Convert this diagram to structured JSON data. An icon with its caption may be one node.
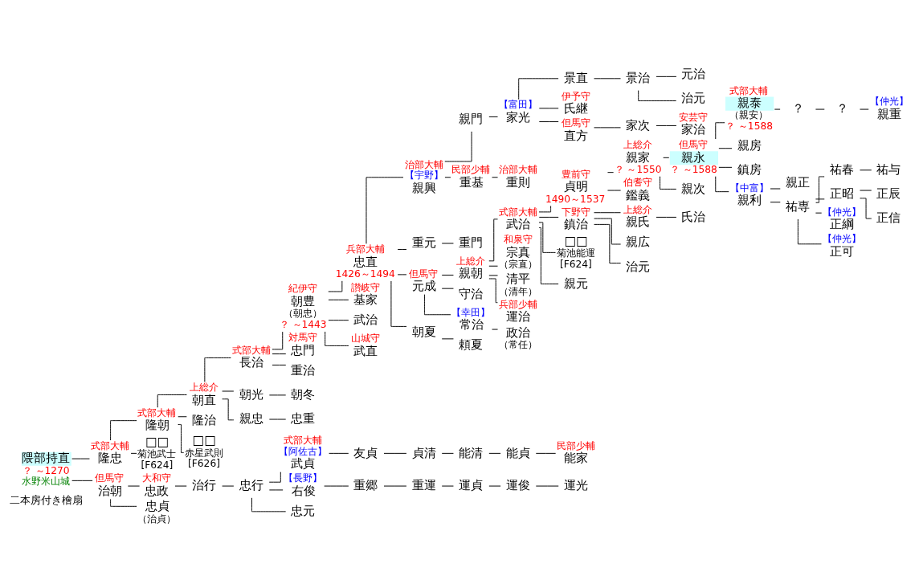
{
  "diagram": {
    "nodes": [
      {
        "text": [
          "隈部持直"
        ],
        "beside": [
          "？ ～1270",
          "水野米山城"
        ]
      },
      {
        "text": [
          "隆忠"
        ],
        "beside": [
          "式部大輔"
        ]
      },
      {
        "text": [
          "隆朝"
        ],
        "beside": [
          "式部大輔"
        ]
      },
      {
        "text": [
          "朝直"
        ],
        "beside": [
          "上総介"
        ]
      },
      {
        "text": [
          "長治"
        ],
        "beside": [
          "式部大輔"
        ]
      },
      {
        "text": [
          "朝豊",
          "（朝忠）"
        ],
        "beside": [
          "紀伊守",
          "？ ～1443"
        ]
      },
      {
        "text": [
          "忠直"
        ],
        "beside": [
          "兵部大輔",
          "1426～1494"
        ]
      },
      {
        "text": [
          "親興"
        ],
        "beside": [
          "治部大輔",
          "【宇野】"
        ]
      },
      {
        "text": [
          "親門"
        ]
      },
      {
        "text": [
          "家光"
        ],
        "beside": [
          "【富田】"
        ]
      },
      {
        "text": [
          "景直"
        ]
      },
      {
        "text": [
          "景治"
        ]
      },
      {
        "text": [
          "元治"
        ]
      },
      {
        "text": [
          "治元"
        ]
      },
      {
        "text": [
          "氏継"
        ],
        "beside": [
          "伊予守"
        ]
      },
      {
        "text": [
          "直方"
        ],
        "beside": [
          "但馬守"
        ]
      },
      {
        "text": [
          "家次"
        ]
      },
      {
        "text": [
          "家治"
        ],
        "beside": [
          "安芸守"
        ]
      },
      {
        "text": [
          "重基"
        ],
        "beside": [
          "民部少輔"
        ]
      },
      {
        "text": [
          "重則"
        ],
        "beside": [
          "治部大輔"
        ]
      },
      {
        "text": [
          "重元"
        ]
      },
      {
        "text": [
          "重門"
        ]
      },
      {
        "text": [
          "元成"
        ],
        "beside": [
          "但馬守"
        ]
      },
      {
        "text": [
          "親朝"
        ],
        "beside": [
          "上総介"
        ]
      },
      {
        "text": [
          "武治"
        ],
        "beside": [
          "式部大輔"
        ]
      },
      {
        "text": [
          "貞明"
        ],
        "beside": [
          "豊前守",
          "1490～1537"
        ]
      },
      {
        "text": [
          "親家"
        ],
        "beside": [
          "上総介",
          "？ ～1550"
        ]
      },
      {
        "text": [
          "親永"
        ],
        "beside": [
          "但馬守",
          "？ ～1588"
        ]
      },
      {
        "text": [
          "親泰",
          "（親安）"
        ],
        "beside": [
          "式部大輔",
          "？ ～1588"
        ]
      },
      {
        "text": [
          "？"
        ]
      },
      {
        "text": [
          "？"
        ]
      },
      {
        "text": [
          "親重"
        ],
        "beside": [
          "【仲光】"
        ]
      },
      {
        "text": [
          "親房"
        ]
      },
      {
        "text": [
          "鎮房"
        ]
      },
      {
        "text": [
          "親利"
        ],
        "beside": [
          "【中富】"
        ]
      },
      {
        "text": [
          "親正"
        ]
      },
      {
        "text": [
          "祐専"
        ]
      },
      {
        "text": [
          "祐春"
        ]
      },
      {
        "text": [
          "祐与"
        ]
      },
      {
        "text": [
          "正昭"
        ]
      },
      {
        "text": [
          "正辰"
        ]
      },
      {
        "text": [
          "正信"
        ]
      },
      {
        "text": [
          "正綱"
        ],
        "beside": [
          "【仲光】"
        ]
      },
      {
        "text": [
          "正可"
        ],
        "beside": [
          "【仲光】"
        ]
      },
      {
        "text": [
          "親次"
        ]
      },
      {
        "text": [
          "鑑義"
        ],
        "beside": [
          "伯耆守"
        ]
      },
      {
        "text": [
          "鎮治"
        ],
        "beside": [
          "下野守"
        ]
      },
      {
        "text": [
          "親氏"
        ],
        "beside": [
          "上総介"
        ]
      },
      {
        "text": [
          "氏治"
        ]
      },
      {
        "text": [
          "親広"
        ]
      },
      {
        "text": [
          "治元"
        ]
      },
      {
        "text": [
          "□□",
          "菊池能運",
          "[F624]"
        ]
      },
      {
        "text": [
          "親元"
        ]
      },
      {
        "text": [
          "宗真",
          "（宗直）"
        ],
        "beside": [
          "和泉守"
        ]
      },
      {
        "text": [
          "清平",
          "（清年）"
        ]
      },
      {
        "text": [
          "運治"
        ],
        "beside": [
          "兵部少輔"
        ]
      },
      {
        "text": [
          "守治"
        ]
      },
      {
        "text": [
          "常治"
        ],
        "beside": [
          "【幸田】"
        ]
      },
      {
        "text": [
          "政治",
          "（常任）"
        ]
      },
      {
        "text": [
          "朝夏"
        ]
      },
      {
        "text": [
          "頼夏"
        ]
      },
      {
        "text": [
          "基家"
        ],
        "beside": [
          "讃岐守"
        ]
      },
      {
        "text": [
          "武治"
        ]
      },
      {
        "text": [
          "武直"
        ],
        "beside": [
          "山城守"
        ]
      },
      {
        "text": [
          "忠門"
        ],
        "beside": [
          "対馬守"
        ]
      },
      {
        "text": [
          "重治"
        ]
      },
      {
        "text": [
          "朝光"
        ]
      },
      {
        "text": [
          "朝冬"
        ]
      },
      {
        "text": [
          "親忠"
        ]
      },
      {
        "text": [
          "忠重"
        ]
      },
      {
        "text": [
          "隆治"
        ]
      },
      {
        "text": [
          "□□",
          "赤星武則",
          "[F626]"
        ]
      },
      {
        "text": [
          "□□",
          "菊池武士",
          "[F624]"
        ]
      },
      {
        "text": [
          "治朝"
        ],
        "beside": [
          "但馬守"
        ]
      },
      {
        "text": [
          "忠政"
        ],
        "beside": [
          "大和守"
        ]
      },
      {
        "text": [
          "治行"
        ]
      },
      {
        "text": [
          "忠行"
        ]
      },
      {
        "text": [
          "武貞"
        ],
        "beside": [
          "式部大輔",
          "【阿佐古】"
        ]
      },
      {
        "text": [
          "友貞"
        ]
      },
      {
        "text": [
          "貞清"
        ]
      },
      {
        "text": [
          "能清"
        ]
      },
      {
        "text": [
          "能貞"
        ]
      },
      {
        "text": [
          "能家"
        ],
        "beside": [
          "民部少輔"
        ]
      },
      {
        "text": [
          "右俊"
        ],
        "beside": [
          "【長野】"
        ]
      },
      {
        "text": [
          "重郷"
        ]
      },
      {
        "text": [
          "重運"
        ]
      },
      {
        "text": [
          "運貞"
        ]
      },
      {
        "text": [
          "運俊"
        ]
      },
      {
        "text": [
          "運光"
        ]
      },
      {
        "text": [
          "忠元"
        ]
      },
      {
        "text": [
          "忠貞",
          "（治貞）"
        ]
      }
    ],
    "edges": [
      {
        "from": 0,
        "to": 1,
        "arrow": "none"
      },
      {
        "from": 1,
        "to": 2,
        "arrow": "none"
      },
      {
        "from": 2,
        "to": 3,
        "arrow": "none"
      },
      {
        "from": 3,
        "to": 4,
        "arrow": "none"
      },
      {
        "from": 4,
        "to": 5,
        "arrow": "none"
      },
      {
        "from": 5,
        "to": 6,
        "arrow": "none"
      },
      {
        "from": 6,
        "to": 7,
        "arrow": "none"
      },
      {
        "from": 7,
        "to": 8,
        "arrow": "none"
      },
      {
        "from": 8,
        "to": 9,
        "arrow": "none"
      },
      {
        "from": 9,
        "to": 10,
        "arrow": "none"
      },
      {
        "from": 10,
        "to": 11,
        "arrow": "none"
      },
      {
        "from": 11,
        "to": 12,
        "arrow": "none"
      },
      {
        "from": 11,
        "to": 13,
        "arrow": "none"
      },
      {
        "from": 9,
        "to": 14,
        "arrow": "none"
      },
      {
        "from": 9,
        "to": 15,
        "arrow": "none"
      },
      {
        "from": 15,
        "to": 16,
        "arrow": "none"
      },
      {
        "from": 16,
        "to": 17,
        "arrow": "none"
      },
      {
        "from": 7,
        "to": 18,
        "arrow": "none"
      },
      {
        "from": 18,
        "to": 19,
        "arrow": "none"
      },
      {
        "from": 6,
        "to": 20,
        "arrow": "none"
      },
      {
        "from": 20,
        "to": 21,
        "arrow": "none"
      },
      {
        "from": 6,
        "to": 22,
        "arrow": "none"
      },
      {
        "from": 22,
        "to": 23,
        "arrow": "none"
      },
      {
        "from": 23,
        "to": 24,
        "arrow": "none"
      },
      {
        "from": 24,
        "to": 25,
        "arrow": "none"
      },
      {
        "from": 25,
        "to": 26,
        "arrow": "none"
      },
      {
        "from": 26,
        "to": 27,
        "arrow": "none"
      },
      {
        "from": 27,
        "to": 28,
        "arrow": "none"
      },
      {
        "from": 28,
        "to": 29,
        "arrow": "none"
      },
      {
        "from": 29,
        "to": 30,
        "arrow": "none"
      },
      {
        "from": 30,
        "to": 31,
        "arrow": "none"
      },
      {
        "from": 27,
        "to": 32,
        "arrow": "none"
      },
      {
        "from": 27,
        "to": 33,
        "arrow": "none"
      },
      {
        "from": 27,
        "to": 34,
        "arrow": "none"
      },
      {
        "from": 34,
        "to": 35,
        "arrow": "none"
      },
      {
        "from": 34,
        "to": 36,
        "arrow": "none"
      },
      {
        "from": 36,
        "to": 37,
        "arrow": "none"
      },
      {
        "from": 37,
        "to": 38,
        "arrow": "none"
      },
      {
        "from": 36,
        "to": 39,
        "arrow": "none"
      },
      {
        "from": 39,
        "to": 40,
        "arrow": "none"
      },
      {
        "from": 39,
        "to": 41,
        "arrow": "none"
      },
      {
        "from": 36,
        "to": 42,
        "arrow": "none"
      },
      {
        "from": 36,
        "to": 43,
        "arrow": "none"
      },
      {
        "from": 26,
        "to": 44,
        "arrow": "none"
      },
      {
        "from": 25,
        "to": 45,
        "arrow": "none"
      },
      {
        "from": 24,
        "to": 46,
        "arrow": "none"
      },
      {
        "from": 46,
        "to": 47,
        "arrow": "none"
      },
      {
        "from": 47,
        "to": 48,
        "arrow": "none"
      },
      {
        "from": 46,
        "to": 49,
        "arrow": "none"
      },
      {
        "from": 46,
        "to": 50,
        "arrow": "none"
      },
      {
        "from": 24,
        "to": 51,
        "arrow": "none"
      },
      {
        "from": 24,
        "to": 52,
        "arrow": "none"
      },
      {
        "from": 23,
        "to": 53,
        "arrow": "none"
      },
      {
        "from": 23,
        "to": 54,
        "arrow": "none"
      },
      {
        "from": 23,
        "to": 55,
        "arrow": "none"
      },
      {
        "from": 22,
        "to": 56,
        "arrow": "none"
      },
      {
        "from": 22,
        "to": 57,
        "arrow": "none"
      },
      {
        "from": 57,
        "to": 58,
        "arrow": "none"
      },
      {
        "from": 6,
        "to": 59,
        "arrow": "none"
      },
      {
        "from": 59,
        "to": 60,
        "arrow": "none"
      },
      {
        "from": 5,
        "to": 61,
        "arrow": "none"
      },
      {
        "from": 5,
        "to": 62,
        "arrow": "none"
      },
      {
        "from": 5,
        "to": 63,
        "arrow": "none"
      },
      {
        "from": 4,
        "to": 64,
        "arrow": "none"
      },
      {
        "from": 4,
        "to": 65,
        "arrow": "none"
      },
      {
        "from": 3,
        "to": 66,
        "arrow": "none"
      },
      {
        "from": 66,
        "to": 67,
        "arrow": "none"
      },
      {
        "from": 3,
        "to": 68,
        "arrow": "none"
      },
      {
        "from": 68,
        "to": 69,
        "arrow": "none"
      },
      {
        "from": 2,
        "to": 70,
        "arrow": "none"
      },
      {
        "from": 2,
        "to": 71,
        "arrow": "none"
      },
      {
        "from": 1,
        "to": 72,
        "arrow": "none"
      },
      {
        "from": 0,
        "to": 73,
        "arrow": "none"
      },
      {
        "from": 73,
        "to": 74,
        "arrow": "none"
      },
      {
        "from": 74,
        "to": 75,
        "arrow": "none"
      },
      {
        "from": 75,
        "to": 76,
        "arrow": "none"
      },
      {
        "from": 76,
        "to": 77,
        "arrow": "none"
      },
      {
        "from": 77,
        "to": 78,
        "arrow": "none"
      },
      {
        "from": 78,
        "to": 79,
        "arrow": "none"
      },
      {
        "from": 79,
        "to": 80,
        "arrow": "none"
      },
      {
        "from": 80,
        "to": 81,
        "arrow": "none"
      },
      {
        "from": 81,
        "to": 82,
        "arrow": "none"
      },
      {
        "from": 76,
        "to": 83,
        "arrow": "none"
      },
      {
        "from": 83,
        "to": 84,
        "arrow": "none"
      },
      {
        "from": 84,
        "to": 85,
        "arrow": "none"
      },
      {
        "from": 85,
        "to": 86,
        "arrow": "none"
      },
      {
        "from": 86,
        "to": 87,
        "arrow": "none"
      },
      {
        "from": 87,
        "to": 88,
        "arrow": "none"
      },
      {
        "from": 76,
        "to": 89,
        "arrow": "none"
      },
      {
        "from": 73,
        "to": 90,
        "arrow": "none"
      }
    ],
    "labels": [
      "二本房付き檜扇"
    ]
  }
}
